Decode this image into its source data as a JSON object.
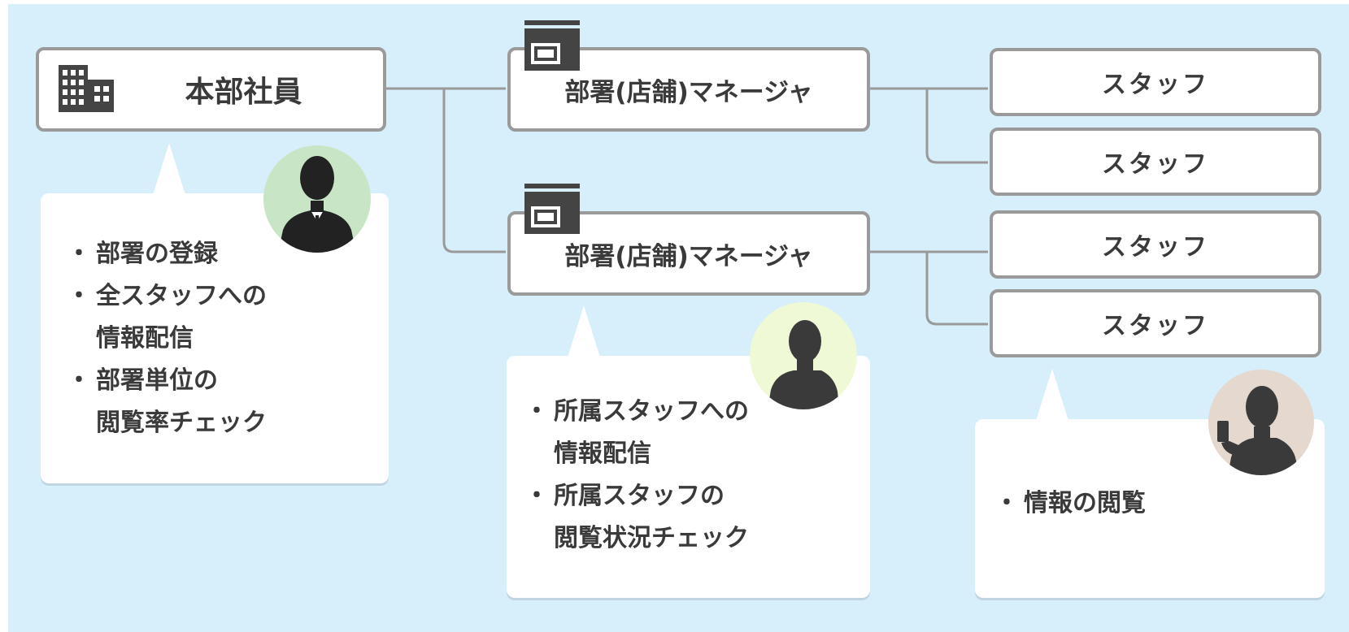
{
  "hq": {
    "title": "本部社員",
    "icon": "building-icon"
  },
  "managers": [
    {
      "title": "部署(店舗)マネージャ",
      "icon": "shop-icon"
    },
    {
      "title": "部署(店舗)マネージャ",
      "icon": "shop-icon"
    }
  ],
  "staff": [
    {
      "title": "スタッフ"
    },
    {
      "title": "スタッフ"
    },
    {
      "title": "スタッフ"
    },
    {
      "title": "スタッフ"
    }
  ],
  "hq_bubble": {
    "lines": [
      [
        "部署の登録"
      ],
      [
        "全スタッフへの",
        "情報配信"
      ],
      [
        "部署単位の",
        "閲覧率チェック"
      ]
    ]
  },
  "manager_bubble": {
    "lines": [
      [
        "所属スタッフへの",
        "情報配信"
      ],
      [
        "所属スタッフの",
        "閲覧状況チェック"
      ]
    ]
  },
  "staff_bubble": {
    "lines": [
      [
        "情報の閲覧"
      ]
    ]
  },
  "colors": {
    "background": "#d7eefb",
    "border": "#9a9a9a",
    "text": "#3a3a3a",
    "icon": "#444444",
    "avatar_hq": "#c8e6c6",
    "avatar_manager": "#eff9d6",
    "avatar_staff": "#e5d8cf"
  }
}
